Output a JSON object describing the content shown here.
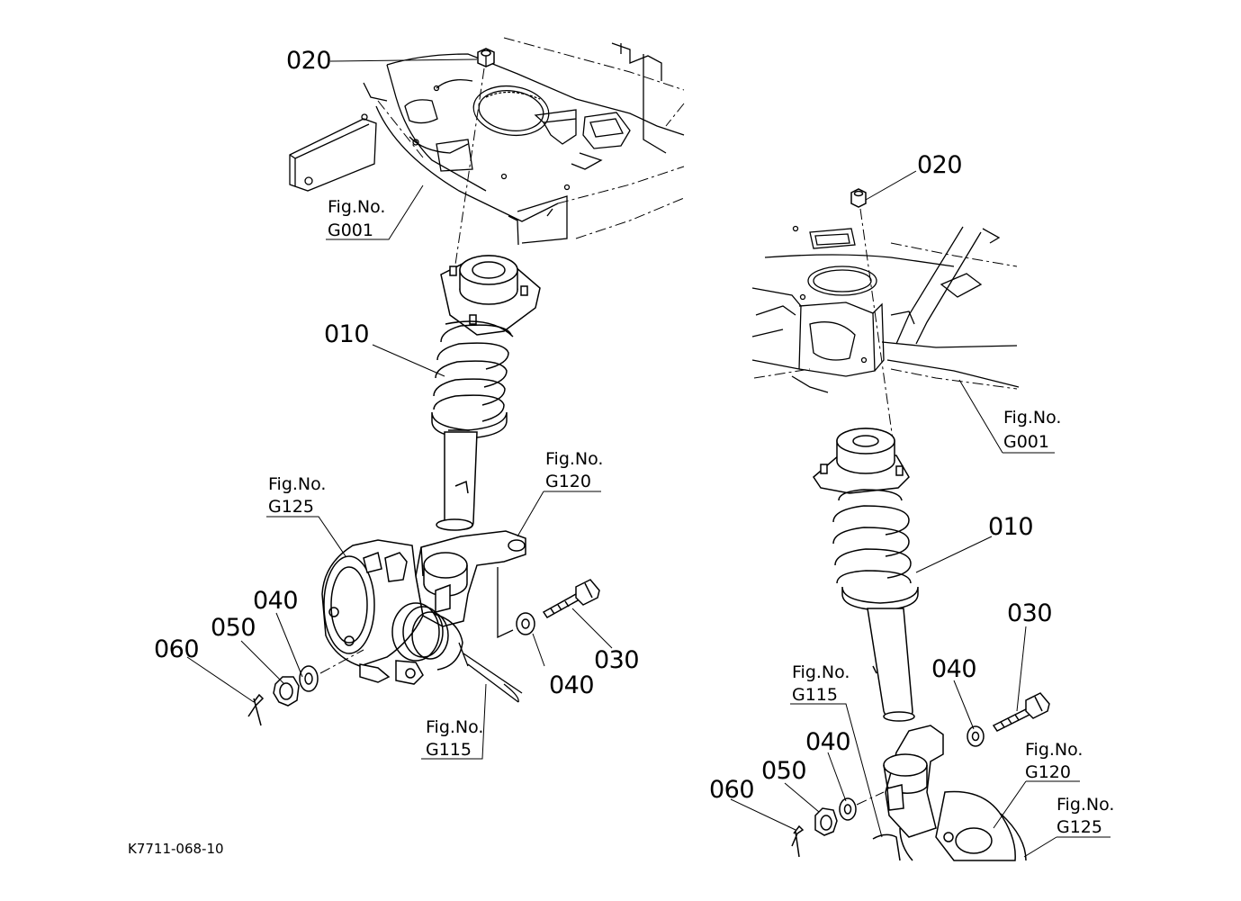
{
  "drawing_code": "K7711-068-10",
  "left_view": {
    "callouts": {
      "p020": "020",
      "p010": "010",
      "p040a": "040",
      "p050": "050",
      "p060": "060",
      "p040b": "040",
      "p030": "030"
    },
    "figure_refs": {
      "g001": {
        "label": "Fig.No.",
        "code": "G001"
      },
      "g125": {
        "label": "Fig.No.",
        "code": "G125"
      },
      "g120": {
        "label": "Fig.No.",
        "code": "G120"
      },
      "g115": {
        "label": "Fig.No.",
        "code": "G115"
      }
    }
  },
  "right_view": {
    "callouts": {
      "p020": "020",
      "p010": "010",
      "p030": "030",
      "p040a": "040",
      "p040b": "040",
      "p050": "050",
      "p060": "060"
    },
    "figure_refs": {
      "g001": {
        "label": "Fig.No.",
        "code": "G001"
      },
      "g115": {
        "label": "Fig.No.",
        "code": "G115"
      },
      "g120": {
        "label": "Fig.No.",
        "code": "G120"
      },
      "g125": {
        "label": "Fig.No.",
        "code": "G125"
      }
    }
  }
}
